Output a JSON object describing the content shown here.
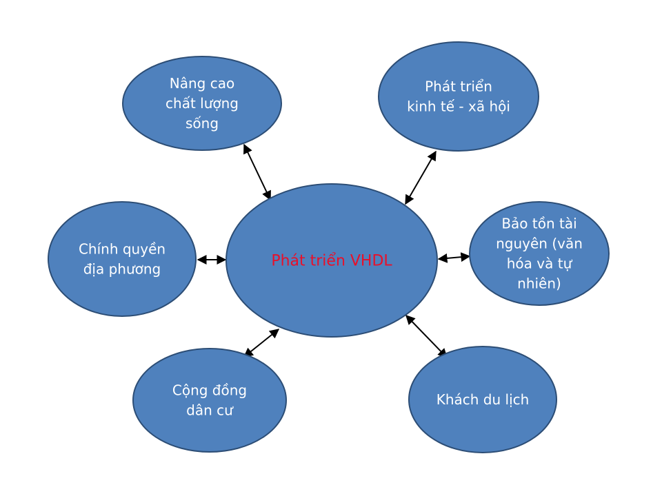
{
  "colors": {
    "node_fill": "#4f81bd",
    "node_stroke": "#2c4d75",
    "outer_text": "#ffffff",
    "center_text": "#e8102a",
    "edge": "#000000"
  },
  "center": {
    "lines": [
      "Phát triển VHDL"
    ]
  },
  "nodes": [
    {
      "id": "quality-of-life",
      "lines": [
        "Nâng cao",
        "chất lượng",
        "sống"
      ]
    },
    {
      "id": "socio-economic",
      "lines": [
        "Phát triển",
        "kinh tế - xã hội"
      ]
    },
    {
      "id": "local-government",
      "lines": [
        "Chính quyền",
        "địa phương"
      ]
    },
    {
      "id": "resource-conservation",
      "lines": [
        "Bảo tồn tài",
        "nguyên (văn",
        "hóa và tự",
        "nhiên)"
      ]
    },
    {
      "id": "residents",
      "lines": [
        "Cộng đồng",
        "dân cư"
      ]
    },
    {
      "id": "tourists",
      "lines": [
        "Khách du lịch"
      ]
    }
  ]
}
